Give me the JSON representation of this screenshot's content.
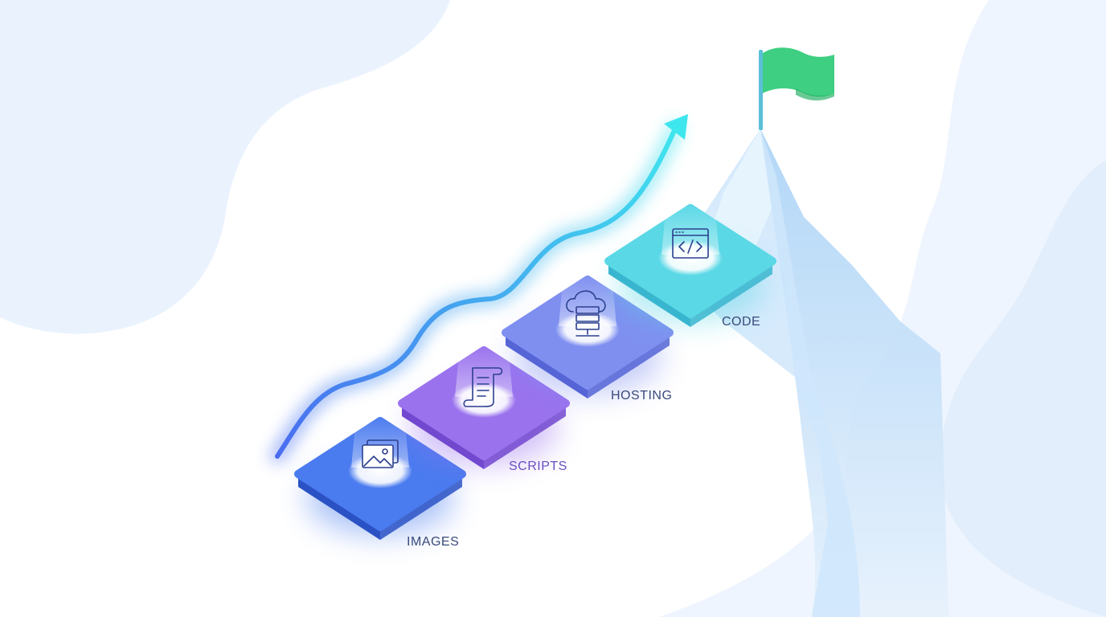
{
  "steps": [
    {
      "label": "IMAGES",
      "icon": "image-gallery-icon",
      "top_color": "#4a7bef",
      "side_color": "#2a52c4",
      "label_color": "#3a4a7a"
    },
    {
      "label": "SCRIPTS",
      "icon": "scroll-document-icon",
      "top_color": "#9a72ee",
      "side_color": "#7248cf",
      "label_color": "#6a4ec0"
    },
    {
      "label": "HOSTING",
      "icon": "cloud-server-icon",
      "top_color": "#7f8ff0",
      "side_color": "#5565d6",
      "label_color": "#3a4a7a"
    },
    {
      "label": "CODE",
      "icon": "code-window-icon",
      "top_color": "#5ad8e6",
      "side_color": "#39b6cf",
      "label_color": "#3a4a7a"
    }
  ],
  "flag": {
    "icon": "flag-icon",
    "color": "#3ecf82"
  },
  "arrow": {
    "icon": "growth-arrow-icon",
    "start_color": "#4a6cf0",
    "end_color": "#3ee0ee"
  }
}
